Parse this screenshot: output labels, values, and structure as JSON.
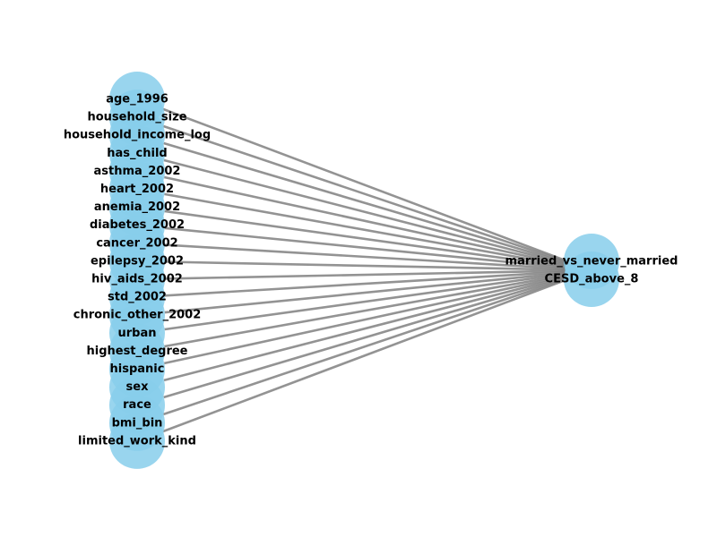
{
  "colors": {
    "node_fill": "#87ceeb",
    "edge": "#808080",
    "label": "#000000",
    "background": "#ffffff"
  },
  "diagram": {
    "type": "directed-graph",
    "source_nodes": [
      "age_1996",
      "household_size",
      "household_income_log",
      "has_child",
      "asthma_2002",
      "heart_2002",
      "anemia_2002",
      "diabetes_2002",
      "cancer_2002",
      "epilepsy_2002",
      "hiv_aids_2002",
      "std_2002",
      "chronic_other_2002",
      "urban",
      "highest_degree",
      "hispanic",
      "sex",
      "race",
      "bmi_bin",
      "limited_work_kind"
    ],
    "target_nodes": [
      "married_vs_never_married",
      "CESD_above_8"
    ],
    "edges_note_all_to": "CESD_above_8"
  }
}
